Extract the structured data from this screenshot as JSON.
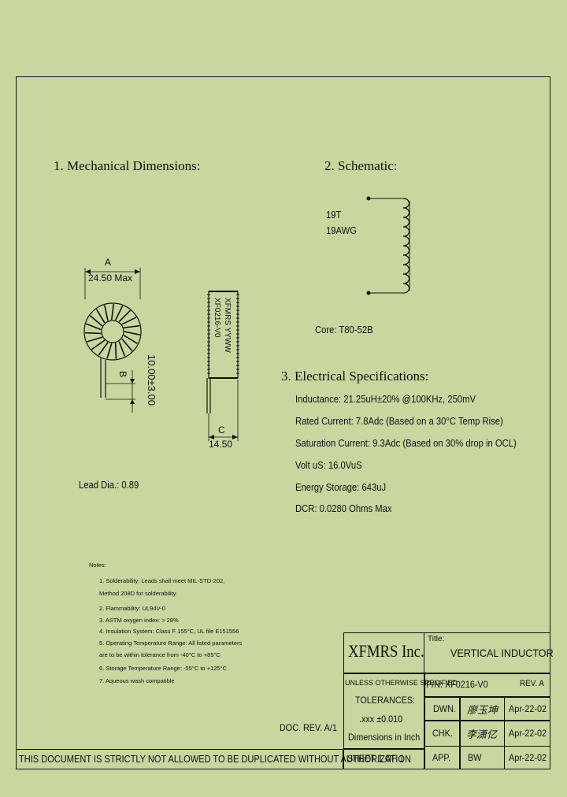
{
  "sections": {
    "mechanical": "1. Mechanical Dimensions:",
    "schematic": "2. Schematic:",
    "electrical": "3. Electrical   Specifications:"
  },
  "mechanical": {
    "dim_a_label": "A",
    "dim_a_value": "24.50 Max",
    "dim_b_label": "B",
    "dim_b_value": "10.00±3.00",
    "dim_c_label": "C",
    "dim_c_value": "14.50",
    "side_marking_1": "XFMRS YYWW",
    "side_marking_2": "XF0216-V0",
    "lead_dia": "Lead Dia.: 0.89"
  },
  "schematic": {
    "turns": "19T",
    "wire": "19AWG",
    "core": "Core:  T80-52B"
  },
  "specs": [
    "Inductance: 21.25uH±20% @100KHz, 250mV",
    "Rated Current:  7.8Adc (Based on a 30°C Temp Rise)",
    "Saturation Current:  9.3Adc (Based on 30% drop in OCL)",
    "Volt uS:  16.0VuS",
    "Energy Storage:  643uJ",
    "DCR:  0.0280 Ohms Max"
  ],
  "notes": {
    "title": "Notes:",
    "lines": [
      "1. Solderability: Leads shall meet MIL-STD-202,",
      "   Method 208D for solderability.",
      "2. Flammability: UL94V-0",
      "3. ASTM oxygen index: > 28%",
      "4. Insulation System: Class F 155°C, UL file E151556",
      "5. Operating Temperature Range: All listed parameters",
      "   are to be within tolerance from -40°C to +85°C",
      "6. Storage Temperature Range: -55°C to +125°C",
      "7. Aqueous wash compatible"
    ]
  },
  "doc_rev": "DOC. REV. A/1",
  "disclaimer": "THIS DOCUMENT IS STRICTLY NOT ALLOWED TO BE DUPLICATED WITHOUT AUTHORIZATION",
  "title_block": {
    "company": "XFMRS Inc.",
    "title_label": "Title:",
    "title": "VERTICAL INDUCTOR",
    "unless": "UNLESS OTHERWISE SPECIFIED",
    "tolerances": "TOLERANCES:",
    "tolerance_value": ".xxx ±0.010",
    "dimensions": "Dimensions in Inch",
    "sheet": "SHEET  1  OF  1",
    "pn": "P/N:  XF0216-V0",
    "rev": "REV. A",
    "rows": [
      {
        "label": "DWN.",
        "who": "廖玉坤",
        "date": "Apr-22-02"
      },
      {
        "label": "CHK.",
        "who": "李潇亿",
        "date": "Apr-22-02"
      },
      {
        "label": "APP.",
        "who": "BW",
        "date": "Apr-22-02"
      }
    ]
  }
}
